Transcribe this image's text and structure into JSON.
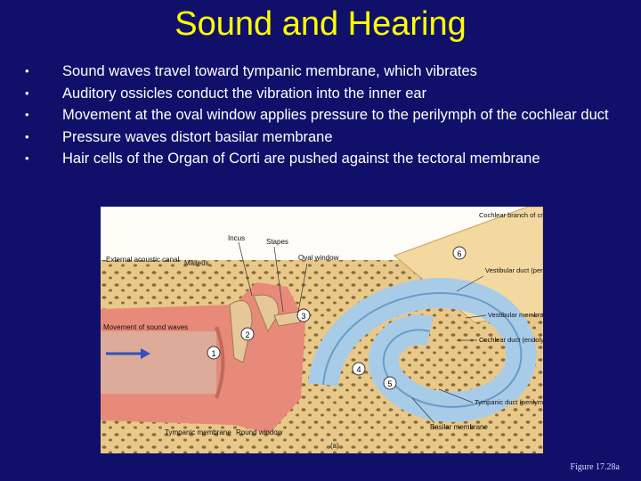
{
  "slide": {
    "title": "Sound and Hearing",
    "bullets": [
      "Sound waves travel toward tympanic membrane, which vibrates",
      "Auditory ossicles conduct the vibration into the inner ear",
      "Movement at the oval window applies pressure to the perilymph of the cochlear duct",
      "Pressure waves distort basilar membrane",
      "Hair cells of the Organ of Corti are pushed against the tectoral membrane"
    ],
    "caption": "Figure 17.28a"
  },
  "figure": {
    "labels": {
      "incus": "Incus",
      "stapes": "Stapes",
      "oval_window": "Oval window",
      "cochlear_branch": "Cochlear branch of cranial nerve VIII",
      "external_canal": "External acoustic canal",
      "malleus": "Malleus",
      "vestibular_duct": "Vestibular duct (perilymph)",
      "movement": "Movement of sound waves",
      "vestibular_membrane": "Vestibular membrane",
      "cochlear_duct": "Cochlear duct (endolymph)",
      "tympanic_duct": "Tympanic duct (perilymph)",
      "tympanic_membrane": "Tympanic membrane",
      "round_window": "Round window",
      "basilar_membrane": "Basilar membrane",
      "panel": "(a)"
    },
    "steps": [
      "1",
      "2",
      "3",
      "4",
      "5",
      "6"
    ],
    "colors": {
      "bone": "#e8c98a",
      "tissue": "#e88a7a",
      "cochlea": "#a8cce8",
      "nerve": "#f3d9a0",
      "arrow": "#3050c0"
    }
  }
}
